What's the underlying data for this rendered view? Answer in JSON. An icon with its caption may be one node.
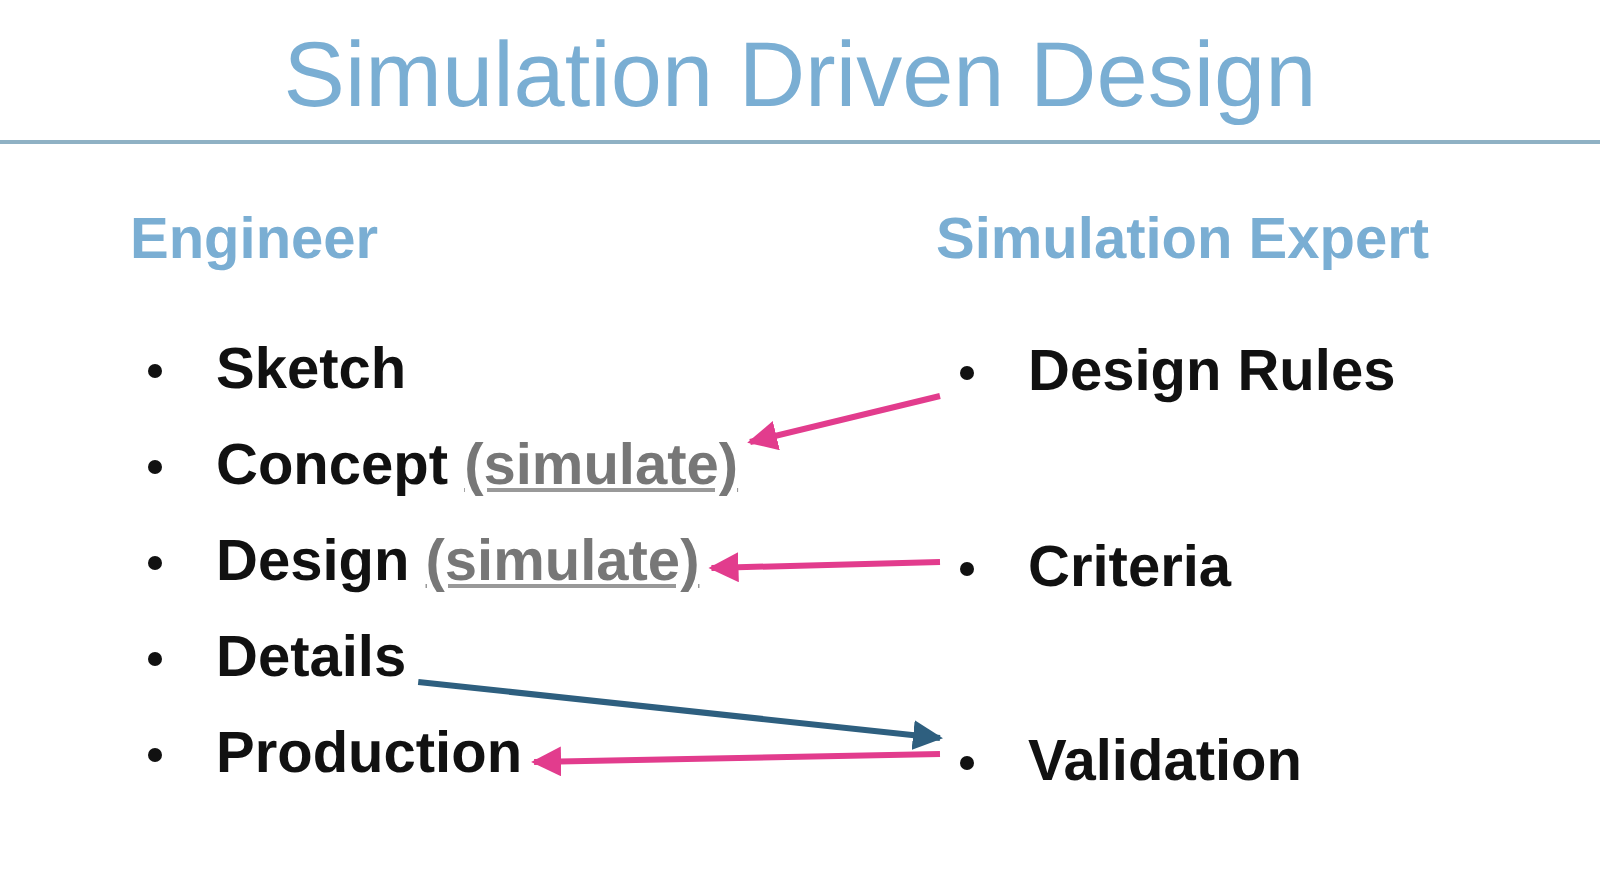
{
  "diagram": {
    "title": "Simulation Driven Design",
    "nodes": [
      {
        "text": [
          "Sketch"
        ]
      },
      {
        "text": [
          "Concept",
          "(simulate)"
        ]
      },
      {
        "text": [
          "Design",
          "(simulate)"
        ]
      },
      {
        "text": [
          "Details"
        ]
      },
      {
        "text": [
          "Production"
        ]
      },
      {
        "text": [
          "Design Rules"
        ]
      },
      {
        "text": [
          "Criteria"
        ]
      },
      {
        "text": [
          "Validation"
        ]
      }
    ],
    "edges": [
      {
        "from": 5,
        "to": 1,
        "arrow": "to"
      },
      {
        "from": 6,
        "to": 2,
        "arrow": "to"
      },
      {
        "from": 3,
        "to": 7,
        "arrow": "to",
        "color": "#2e5f7f"
      },
      {
        "from": 7,
        "to": 4,
        "arrow": "to"
      }
    ],
    "labels": [
      "Engineer",
      "Simulation Expert"
    ]
  }
}
